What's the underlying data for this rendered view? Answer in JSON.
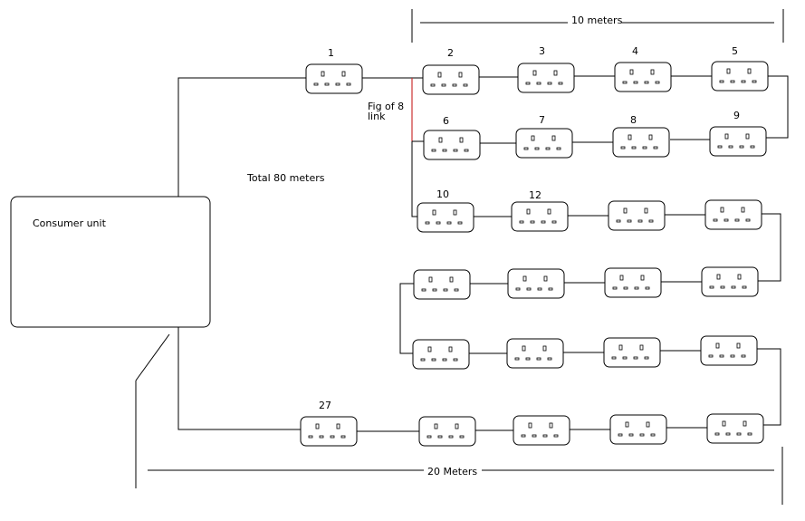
{
  "consumer_unit": {
    "label": "Consumer unit"
  },
  "dimensions": {
    "top": "10 meters",
    "bottom": "20 Meters",
    "total": "Total 80 meters"
  },
  "fig8_link": {
    "line1": "Fig of 8",
    "line2": "link",
    "color": "#cc3333"
  },
  "socket_numbers": {
    "s1": "1",
    "s2": "2",
    "s3": "3",
    "s4": "4",
    "s5": "5",
    "s6": "6",
    "s7": "7",
    "s8": "8",
    "s9": "9",
    "s10": "10",
    "s12": "12",
    "s27": "27"
  },
  "colors": {
    "line": "#000000",
    "background": "#ffffff",
    "link": "#cc3333"
  }
}
